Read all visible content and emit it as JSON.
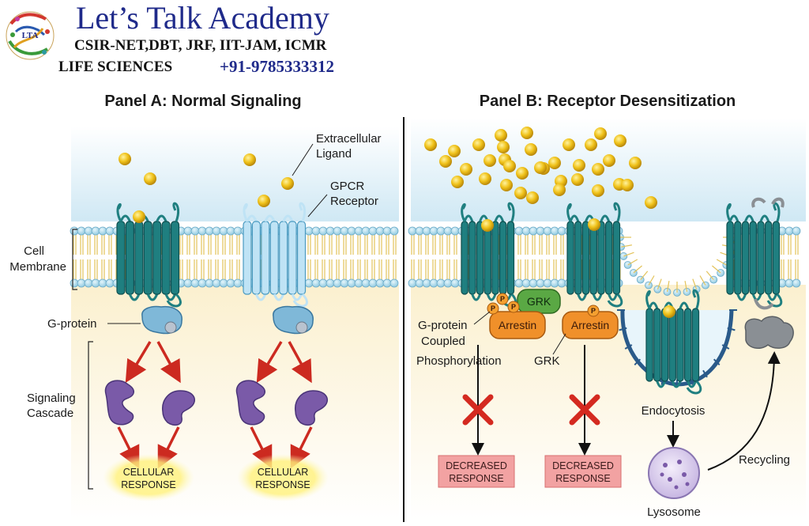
{
  "header": {
    "logo_text": "LTA",
    "title": "Let’s Talk Academy",
    "exams": "CSIR-NET,DBT, JRF, IIT-JAM, ICMR",
    "subject": "LIFE SCIENCES",
    "phone": "+91-9785333312"
  },
  "panel_a": {
    "title": "Panel A: Normal Signaling",
    "labels": {
      "ligand": [
        "Extracellular",
        "Ligand"
      ],
      "receptor": [
        "GPCR",
        "Receptor"
      ],
      "membrane": [
        "Cell",
        "Membrane"
      ],
      "gprotein": "G-protein",
      "cascade": [
        "Signaling",
        "Cascade"
      ]
    },
    "response": [
      "CELLULAR",
      "RESPONSE"
    ]
  },
  "panel_b": {
    "title": "Panel B: Receptor Desensitization",
    "grk": "GRK",
    "arrestin": "Arrestin",
    "phospho": "P",
    "coupled": [
      "G-protein",
      "Coupled"
    ],
    "phosphorylation": "Phosphorylation",
    "grk_label": "GRK",
    "decreased": [
      "DECREASED",
      "RESPONSE"
    ],
    "endocytosis": "Endocytosis",
    "lysosome": "Lysosome",
    "recycling": "Recycling"
  },
  "colors": {
    "brand_blue": "#1f2a8a",
    "receptor_teal": "#1f7f80",
    "receptor_pale": "#bfe3f5",
    "ligand_gold": "#e8b80f",
    "cascade_purple": "#7a5aa8",
    "arrow_red": "#cc2a20",
    "arrestin_orange": "#f0902a",
    "grk_green": "#5aa844",
    "decreased_pink": "#f2a2a2"
  }
}
